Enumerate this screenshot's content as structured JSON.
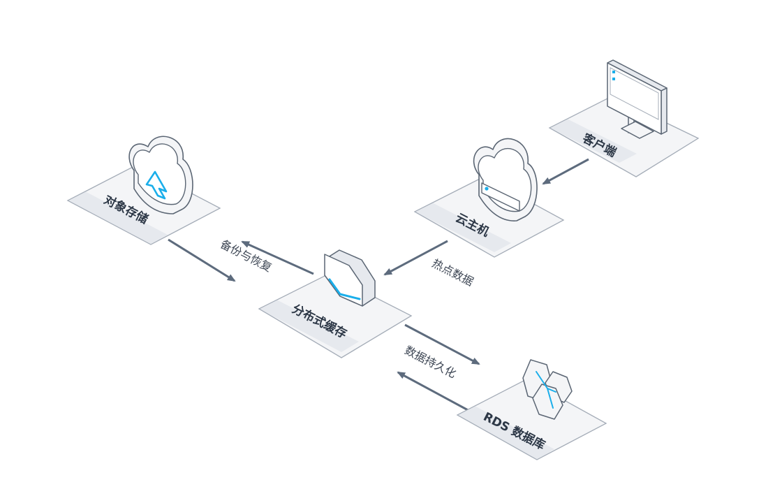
{
  "nodes": {
    "client": {
      "label": "客户端"
    },
    "cloud_host": {
      "label": "云主机"
    },
    "object_storage": {
      "label": "对象存储"
    },
    "distributed_cache": {
      "label": "分布式缓存"
    },
    "rds_database": {
      "label": "RDS 数据库"
    }
  },
  "edges": {
    "hot_data": {
      "label": "热点数据"
    },
    "backup_restore": {
      "label": "备份与恢复"
    },
    "data_persistence": {
      "label": "数据持久化"
    }
  },
  "colors": {
    "accent": "#1aaeea",
    "arrow": "#5d6b7d",
    "outline": "#5a6573",
    "platform_fill": "#f4f5f7",
    "platform_band": "#e6e9ee"
  }
}
